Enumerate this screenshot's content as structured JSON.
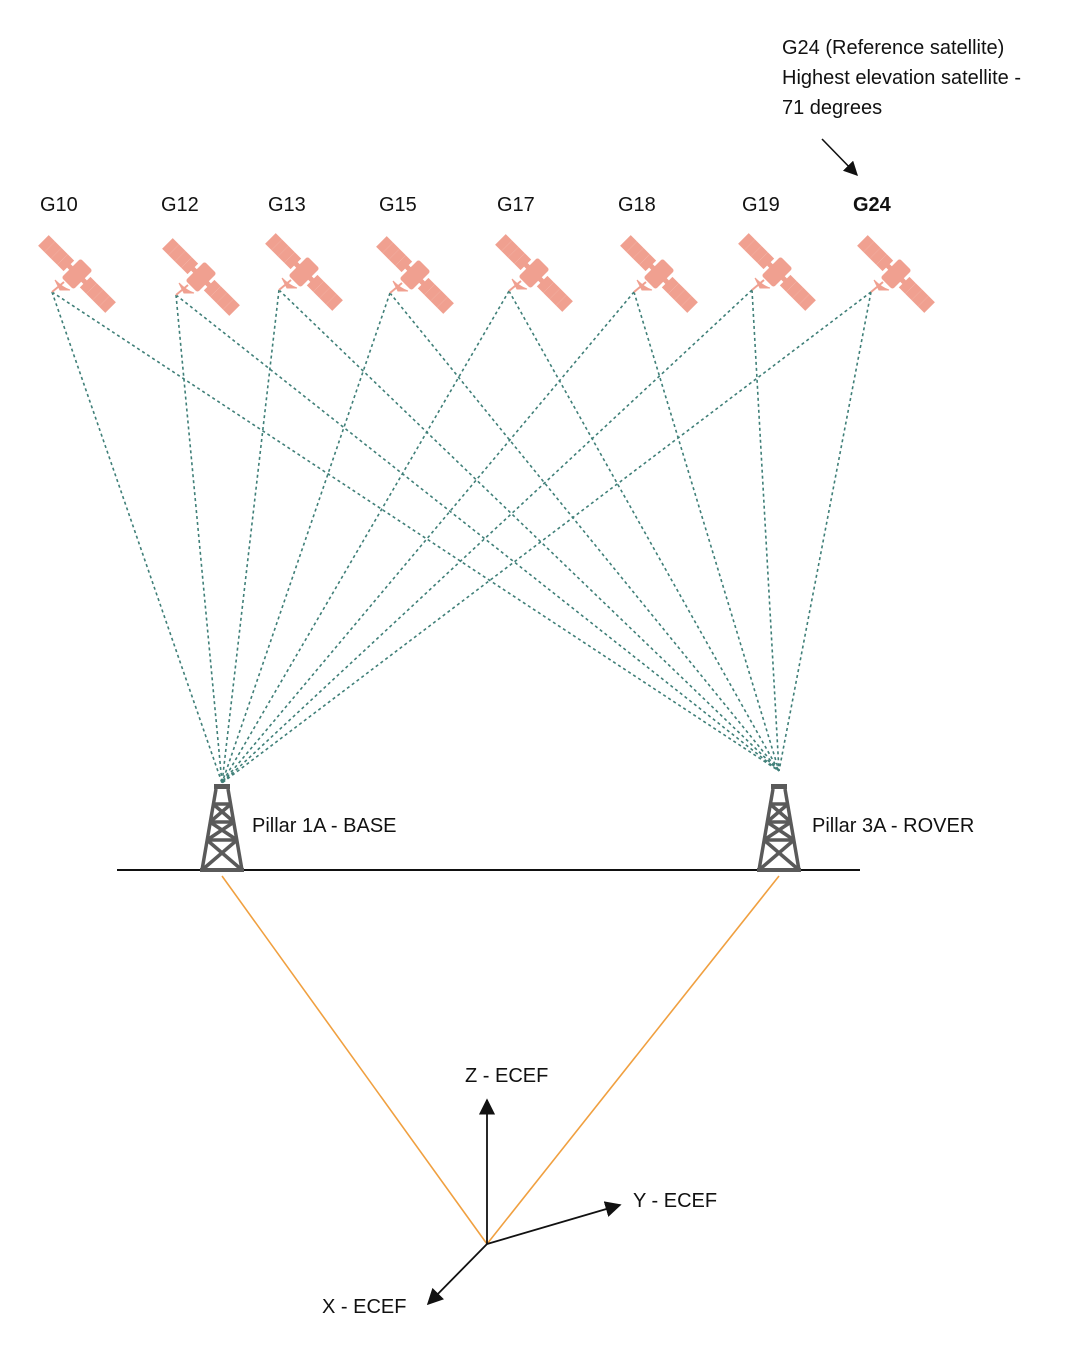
{
  "reference_note": {
    "lines": [
      "G24 (Reference satellite)",
      "Highest elevation satellite -",
      "71 degrees"
    ]
  },
  "satellites": [
    {
      "id": "G10",
      "reference": false
    },
    {
      "id": "G12",
      "reference": false
    },
    {
      "id": "G13",
      "reference": false
    },
    {
      "id": "G15",
      "reference": false
    },
    {
      "id": "G17",
      "reference": false
    },
    {
      "id": "G18",
      "reference": false
    },
    {
      "id": "G19",
      "reference": false
    },
    {
      "id": "G24",
      "reference": true
    }
  ],
  "stations": {
    "base": {
      "label": "Pillar 1A - BASE"
    },
    "rover": {
      "label": "Pillar 3A - ROVER"
    }
  },
  "axes": {
    "z": "Z - ECEF",
    "y": "Y - ECEF",
    "x": "X - ECEF"
  },
  "colors": {
    "satellite": "#F0A090",
    "signal_line": "#3F7F78",
    "baseline_vector": "#F0A040",
    "tower": "#5A5A5A",
    "ground": "#111111",
    "axis": "#111111"
  },
  "icons": {
    "satellite": "satellite-icon",
    "station": "antenna-tower-icon"
  }
}
